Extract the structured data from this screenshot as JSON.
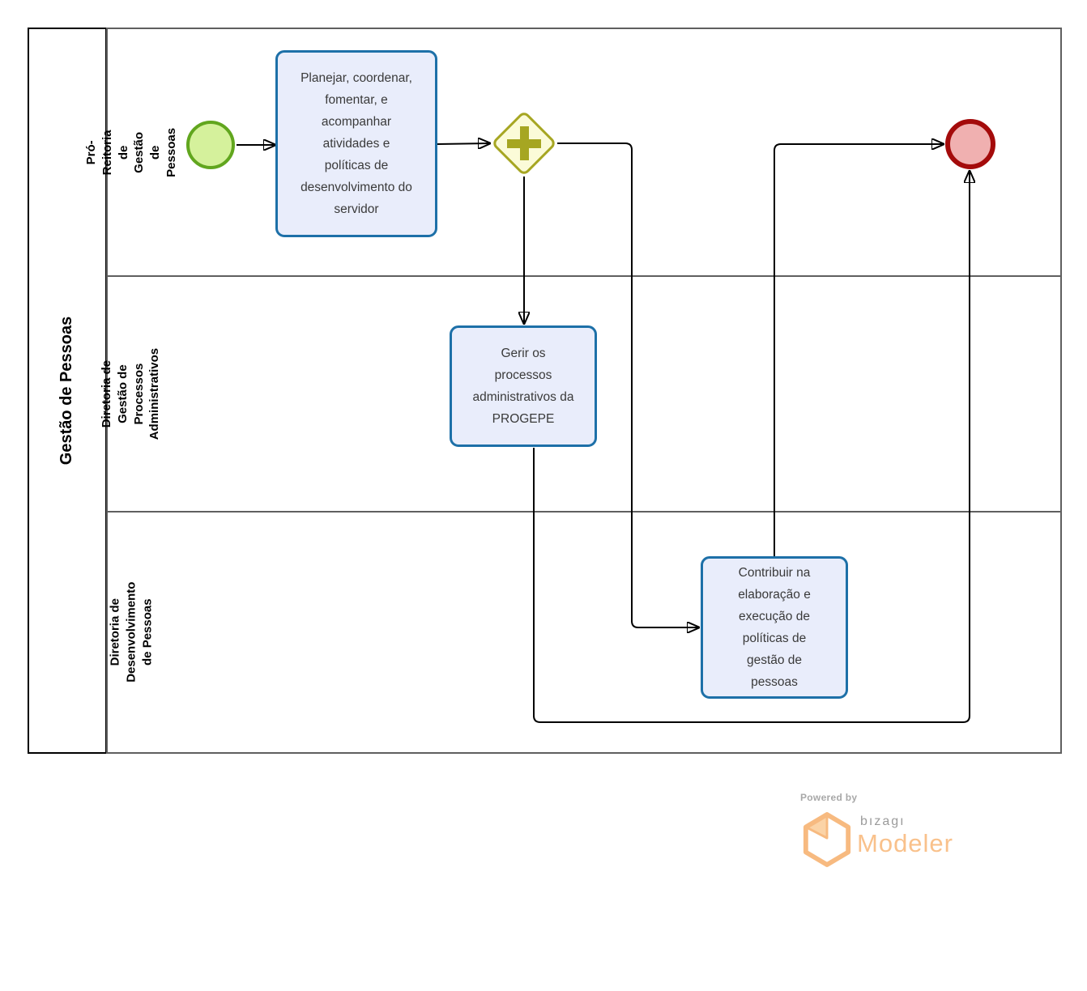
{
  "diagram": {
    "pool": {
      "label": "Gestão de Pessoas",
      "lanes": [
        {
          "label": "Pró-Reitoria de Gestão de Pessoas"
        },
        {
          "label": "Diretoria de Gestão de Processos Administrativos"
        },
        {
          "label": "Diretoria de Desenvolvimento de Pessoas"
        }
      ]
    },
    "nodes": {
      "start_event": {
        "type": "start-event"
      },
      "task_planejar": {
        "label": "Planejar, coordenar, fomentar, e acompanhar atividades e políticas de desenvolvimento do servidor"
      },
      "parallel_gateway": {
        "type": "parallel-gateway",
        "icon": "plus"
      },
      "task_gerir": {
        "label": "Gerir os processos administrativos da PROGEPE"
      },
      "task_contribuir": {
        "label": "Contribuir na elaboração e execução de políticas de gestão de pessoas"
      },
      "end_event": {
        "type": "end-event"
      }
    }
  },
  "footer": {
    "powered_by": "Powered by",
    "brand": "bızagı",
    "product": "Modeler"
  },
  "colors": {
    "task_fill": "#e9edfb",
    "task_border": "#1d70a8",
    "start_fill": "#d5f19c",
    "start_border": "#61a61e",
    "end_fill": "#f0b0b0",
    "end_border": "#a40b0b",
    "gateway_fill": "#fbfbd8",
    "gateway_border": "#a6a622",
    "pool_border": "#000000",
    "lane_border": "#5f5f5f",
    "connector": "#000000",
    "brand_orange": "#f9c18b",
    "brand_gray": "#9b9b9b"
  }
}
